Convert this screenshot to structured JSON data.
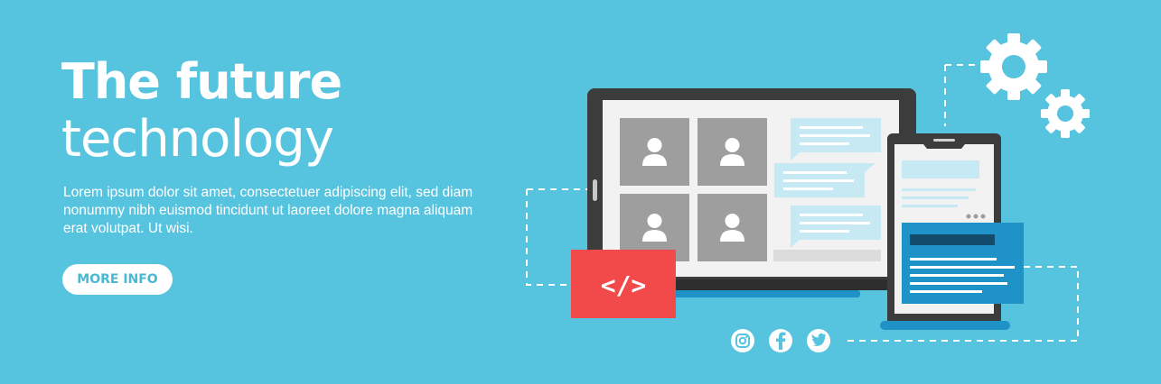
{
  "headline": {
    "bold": "The future",
    "light": "technology"
  },
  "body": "Lorem ipsum dolor sit amet, consectetuer adipiscing elit, sed diam nonummy nibh euismod tincidunt ut laoreet dolore magna aliquam erat volutpat. Ut wisi.",
  "cta_label": "MORE INFO",
  "code_badge": "</>",
  "social_icons": [
    "instagram-icon",
    "facebook-icon",
    "twitter-icon"
  ],
  "colors": {
    "background": "#56c3df",
    "device_frame": "#3c3c3c",
    "accent_red": "#f24a4a",
    "accent_blue": "#1f93c7",
    "chat_bubble": "#c6e9f3",
    "placeholder": "#9e9e9e"
  }
}
